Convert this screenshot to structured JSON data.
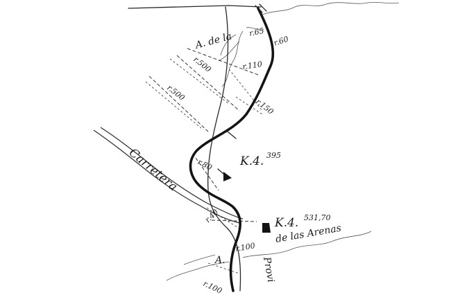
{
  "map": {
    "labels": {
      "rio_top": "A. de la",
      "carretera": "Carretera",
      "km_a": "K.4.",
      "km_a_sup": "395",
      "km_b": "K.4.",
      "km_b_sup": "531,70",
      "arenas": "de las Arenas",
      "provincia": "Provi",
      "a_bottom": "A.",
      "r500_a": "r.500",
      "r500_b": "r.500",
      "r65": "r.65",
      "r60": "r.60",
      "r110": "r.110",
      "r150": "r.150",
      "r80": "r.80",
      "r40": "r.40",
      "r100": "r.100",
      "r100b": "r.100"
    },
    "colors": {
      "ink": "#141414",
      "paper": "#ffffff"
    }
  }
}
